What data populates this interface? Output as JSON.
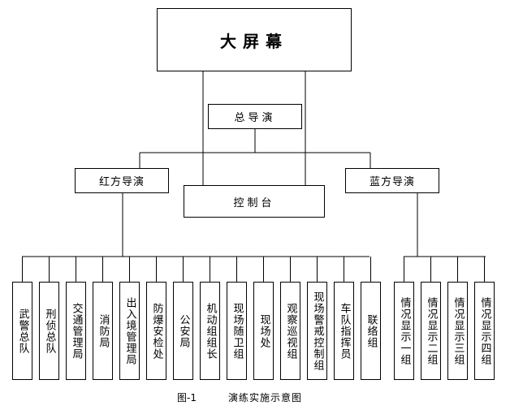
{
  "big_screen": "大屏幕",
  "chief_director": "总导演",
  "red_director": "红方导演",
  "blue_director": "蓝方导演",
  "control_desk": "控制台",
  "red_units": [
    "武警总队",
    "刑侦总队",
    "交通管理局",
    "消防局",
    "出入境管理局",
    "防爆安检处",
    "公安局",
    "机动组组长",
    "现场随卫组",
    "现场处",
    "观察巡视组",
    "现场警戒控制组",
    "车队指挥员",
    "联络组"
  ],
  "blue_units": [
    "情况显示一组",
    "情况显示二组",
    "情况显示三组",
    "情况显示四组"
  ],
  "caption": {
    "figure_no": "图-1",
    "title": "演练实施示意图"
  }
}
